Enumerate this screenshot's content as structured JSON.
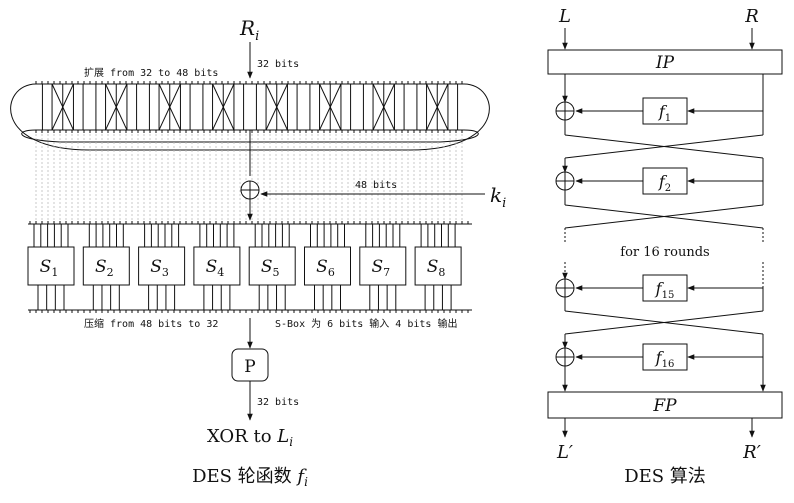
{
  "round_function": {
    "input": "R",
    "input_sub": "i",
    "input_bits": "32 bits",
    "expansion_label": "扩展 from 32 to 48 bits",
    "key": "k",
    "key_sub": "i",
    "key_bits": "48 bits",
    "sboxes": [
      {
        "name": "S",
        "sub": "1"
      },
      {
        "name": "S",
        "sub": "2"
      },
      {
        "name": "S",
        "sub": "3"
      },
      {
        "name": "S",
        "sub": "4"
      },
      {
        "name": "S",
        "sub": "5"
      },
      {
        "name": "S",
        "sub": "6"
      },
      {
        "name": "S",
        "sub": "7"
      },
      {
        "name": "S",
        "sub": "8"
      }
    ],
    "compress_label": "压缩 from 48 bits to 32",
    "sbox_note": "S-Box 为 6 bits 输入 4 bits 输出",
    "permutation": "P",
    "output_bits": "32 bits",
    "output_prefix": "XOR to ",
    "output_var": "L",
    "output_sub": "i",
    "caption_prefix": "DES 轮函数 ",
    "caption_var": "f",
    "caption_sub": "i"
  },
  "des_algorithm": {
    "left_input": "L",
    "right_input": "R",
    "initial_permutation": "IP",
    "rounds": [
      {
        "f": "f",
        "sub": "1"
      },
      {
        "f": "f",
        "sub": "2"
      },
      {
        "f": "f",
        "sub": "15"
      },
      {
        "f": "f",
        "sub": "16"
      }
    ],
    "rounds_note": "for 16 rounds",
    "final_permutation": "FP",
    "left_output": "L′",
    "right_output": "R′",
    "caption": "DES 算法"
  }
}
